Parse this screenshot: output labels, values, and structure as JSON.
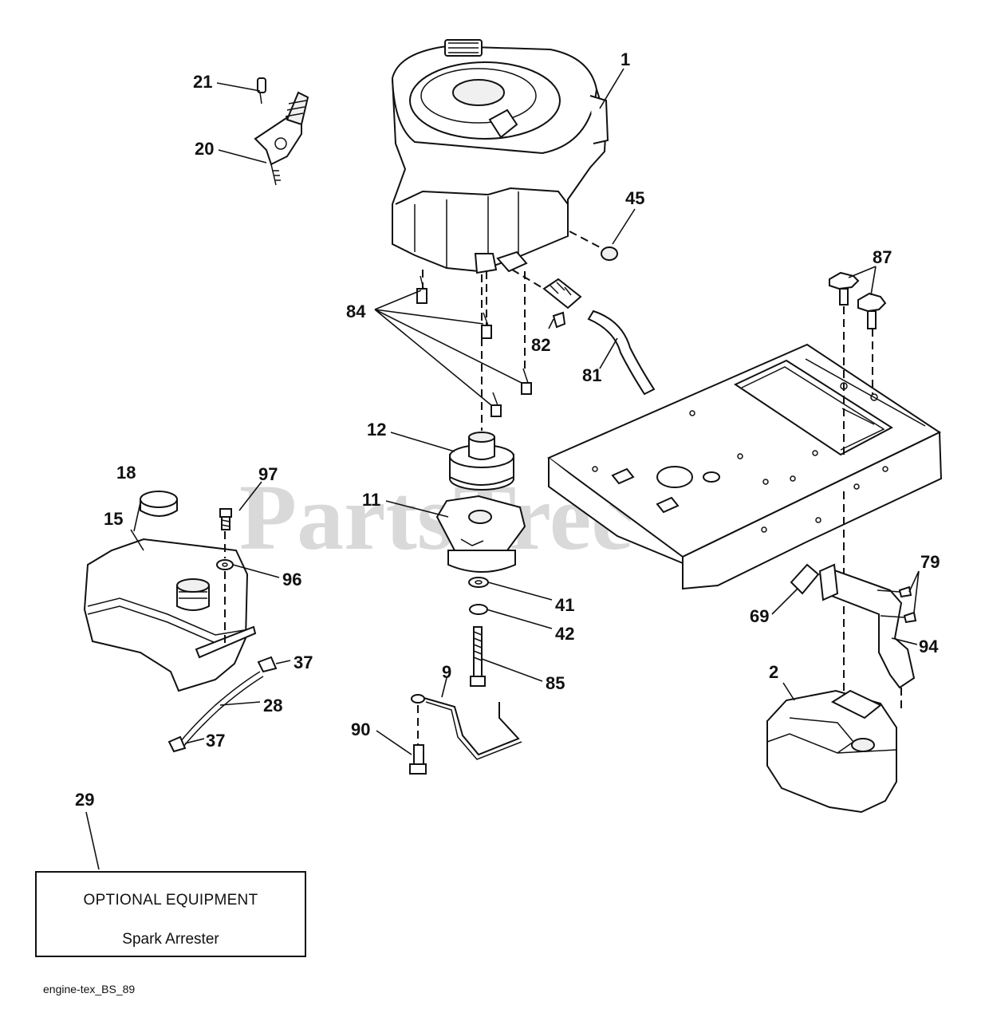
{
  "watermark": {
    "text": "PartsTree",
    "trademark": "™"
  },
  "callouts": {
    "c1": "1",
    "c2": "2",
    "c9": "9",
    "c11": "11",
    "c12": "12",
    "c15": "15",
    "c18": "18",
    "c20": "20",
    "c21": "21",
    "c28": "28",
    "c29": "29",
    "c37a": "37",
    "c37b": "37",
    "c41": "41",
    "c42": "42",
    "c45": "45",
    "c69": "69",
    "c79": "79",
    "c81": "81",
    "c82": "82",
    "c84": "84",
    "c85": "85",
    "c87": "87",
    "c90": "90",
    "c94": "94",
    "c96": "96",
    "c97": "97"
  },
  "optional_box": {
    "title": "OPTIONAL EQUIPMENT",
    "item": "Spark Arrester"
  },
  "footer": {
    "code": "engine-tex_BS_89"
  }
}
